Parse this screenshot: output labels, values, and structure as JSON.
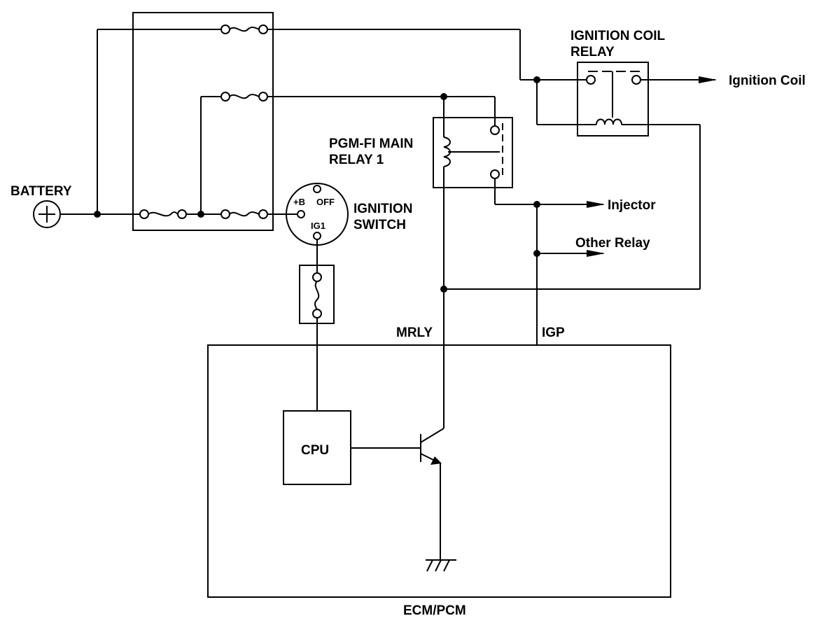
{
  "labels": {
    "battery": "BATTERY",
    "battery_symbol": "+",
    "ignition_coil_relay_line1": "IGNITION COIL",
    "ignition_coil_relay_line2": "RELAY",
    "ignition_coil": "Ignition Coil",
    "pgm_fi_line1": "PGM-FI MAIN",
    "pgm_fi_line2": "RELAY 1",
    "ign_switch_line1": "IGNITION",
    "ign_switch_line2": "SWITCH",
    "sw_b": "+B",
    "sw_off": "OFF",
    "sw_ig1": "IG1",
    "injector": "Injector",
    "other_relay": "Other Relay",
    "mrly": "MRLY",
    "igp": "IGP",
    "cpu": "CPU",
    "ecm_pcm": "ECM/PCM"
  },
  "colors": {
    "line": "#000000",
    "background": "#ffffff"
  }
}
